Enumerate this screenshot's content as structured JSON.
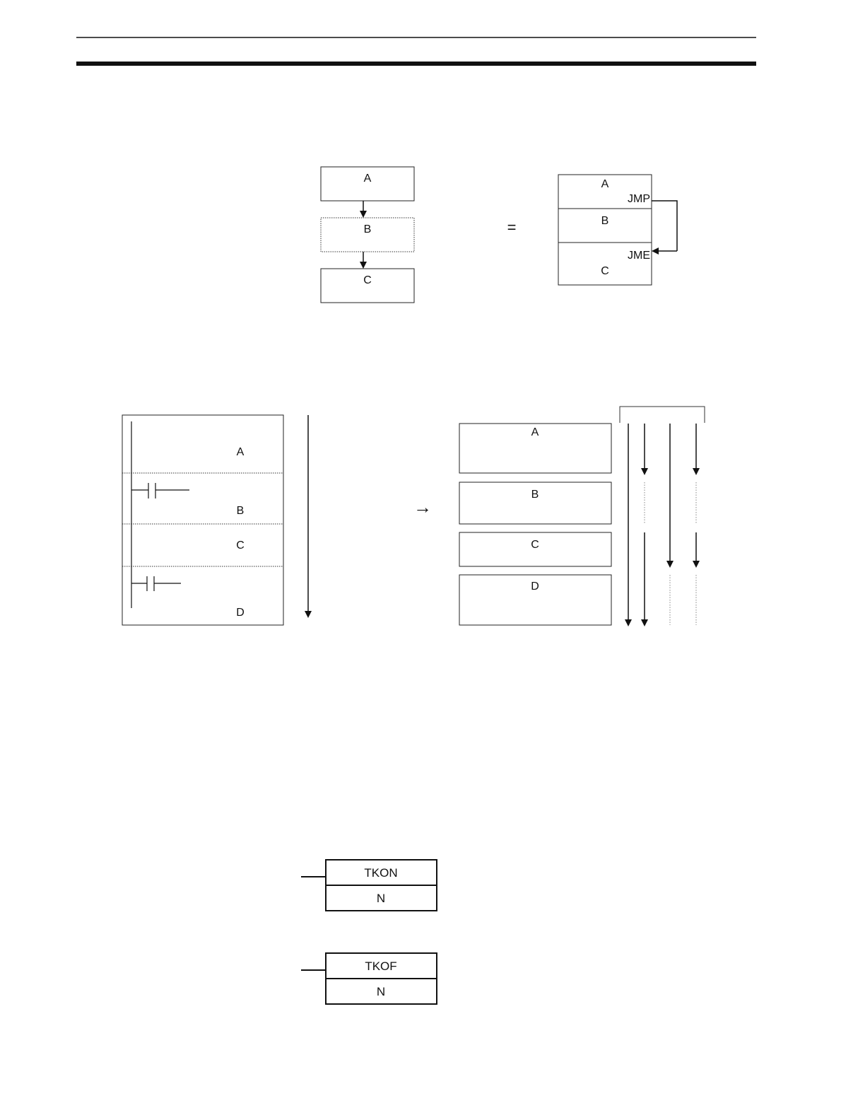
{
  "flow": {
    "blocks": [
      "A",
      "B",
      "C"
    ],
    "equals": "="
  },
  "jump": {
    "blocks": [
      "A",
      "B",
      "C"
    ],
    "jmp_label": "JMP",
    "jme_label": "JME"
  },
  "ladder": {
    "blocks": [
      "A",
      "B",
      "C",
      "D"
    ]
  },
  "arrow_symbol": "→",
  "tasks": {
    "blocks": [
      "A",
      "B",
      "C",
      "D"
    ]
  },
  "instructions": [
    {
      "mnemonic": "TKON",
      "operand": "N"
    },
    {
      "mnemonic": "TKOF",
      "operand": "N"
    }
  ]
}
